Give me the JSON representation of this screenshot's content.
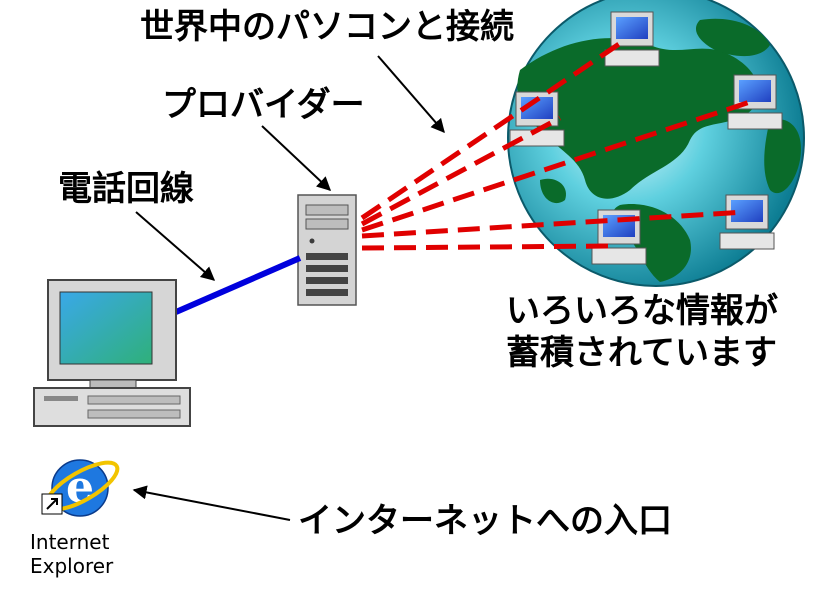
{
  "labels": {
    "world_connect": "世界中のパソコンと接続",
    "provider": "プロバイダー",
    "phone_line": "電話回線",
    "info_line1": "いろいろな情報が",
    "info_line2": "蓄積されています",
    "internet_entry": "インターネットへの入口"
  },
  "desktop_icon": {
    "name_line1": "Internet",
    "name_line2": "Explorer",
    "icon": "internet-explorer-icon"
  },
  "colors": {
    "phone_line": "#0000dd",
    "network_links": "#e00000",
    "ocean": "#1fa8b8",
    "land": "#0a6b2a"
  }
}
